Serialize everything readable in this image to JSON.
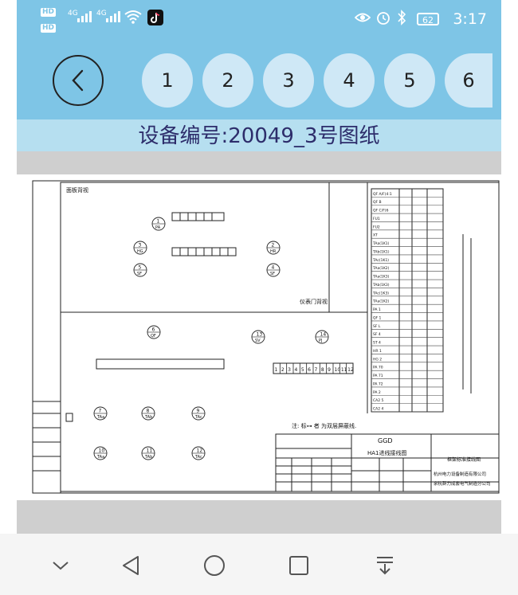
{
  "status_bar": {
    "hd1": "HD",
    "hd2": "HD",
    "net1": "4G",
    "net2": "4G",
    "battery": "62",
    "time": "3:17"
  },
  "nav": {
    "pages": [
      "1",
      "2",
      "3",
      "4",
      "5",
      "6"
    ]
  },
  "title": "设备编号:20049_3号图纸",
  "drawing": {
    "panel_front": "面板背视",
    "instrument_door": "仪表门背视",
    "note": "注: 标⊶ 者 为双层屏蔽线.",
    "title_block": {
      "ggd": "GGD",
      "drawing_name": "HA1进线接线图",
      "project": "框架标准接线图",
      "company1": "杭州电力设备制造有限公司",
      "company2": "余杭群力成套电气制造分公司"
    },
    "device_labels": [
      "PA",
      "HG",
      "SF",
      "QF",
      "HR",
      "SF",
      "SV",
      "PJ",
      "TAa",
      "TAb",
      "TAc",
      "TAa",
      "TAb",
      "TAc"
    ],
    "device_numbers": [
      "1",
      "3",
      "5",
      "6",
      "2",
      "4",
      "13",
      "14",
      "7",
      "8",
      "9",
      "10",
      "11",
      "12"
    ],
    "terminal_strip": [
      "1",
      "2",
      "3",
      "4",
      "5",
      "6",
      "7",
      "8",
      "9",
      "10",
      "11",
      "12"
    ],
    "right_table_rows": [
      "QF A/F(4:1",
      "QF B",
      "QF C/F(6",
      "FU1",
      "FU2",
      "XT",
      "TAa(1K1)",
      "TAb(1K1)",
      "TAc(1K1)",
      "TAa(1K2)",
      "TAa(1K3)",
      "TAb(1K3)",
      "TAc(1K3)",
      "TAa(1K2)",
      "PA 1",
      "QF 1",
      "SF L",
      "SF 4",
      "ST 4",
      "HR 1",
      "HG 2",
      "PA 70",
      "PA 71",
      "PA 72",
      "PA 2",
      "CA2 5",
      "CA2 4"
    ]
  }
}
